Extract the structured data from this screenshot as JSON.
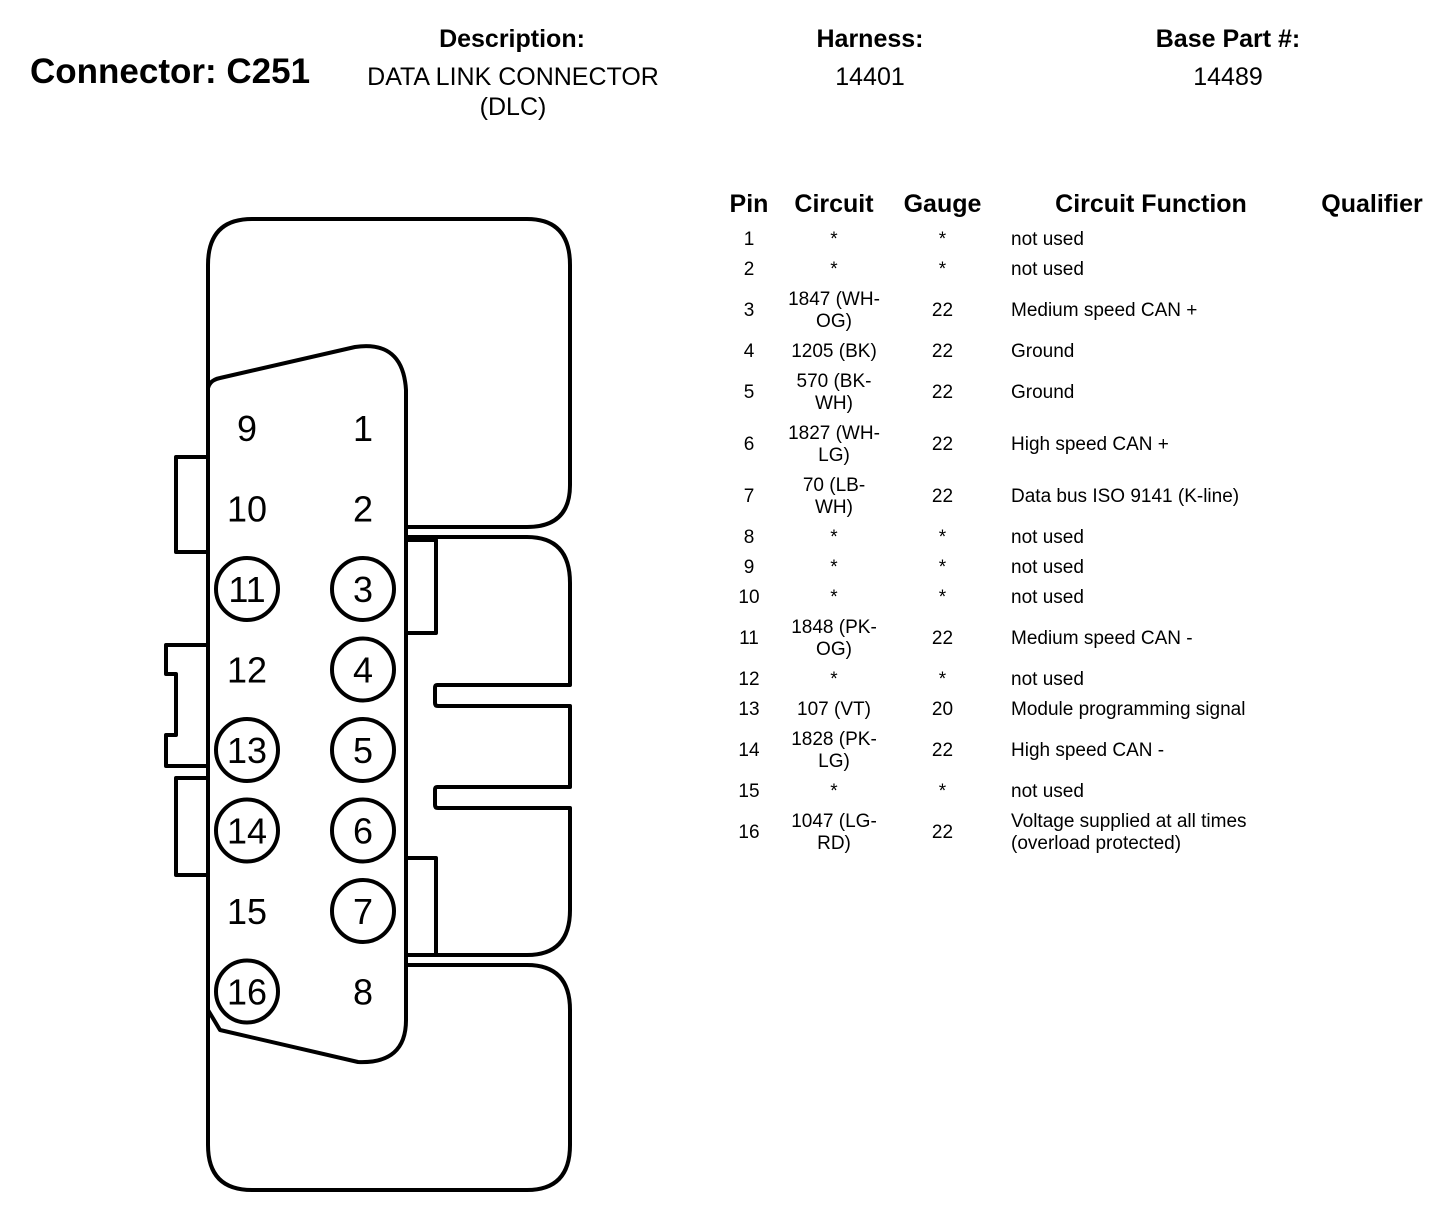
{
  "header": {
    "connector_title": "Connector: C251",
    "description_label": "Description:",
    "description_line1": "DATA LINK CONNECTOR",
    "description_line2": "(DLC)",
    "harness_label": "Harness:",
    "harness_value": "14401",
    "base_part_label": "Base Part #:",
    "base_part_value": "14489"
  },
  "table": {
    "columns": [
      "Pin",
      "Circuit",
      "Gauge",
      "Circuit Function",
      "Qualifier"
    ],
    "rows": [
      {
        "pin": "1",
        "circuit": "*",
        "gauge": "*",
        "function": "not used",
        "qualifier": ""
      },
      {
        "pin": "2",
        "circuit": "*",
        "gauge": "*",
        "function": "not used",
        "qualifier": ""
      },
      {
        "pin": "3",
        "circuit": "1847 (WH-OG)",
        "gauge": "22",
        "function": "Medium speed CAN +",
        "qualifier": ""
      },
      {
        "pin": "4",
        "circuit": "1205 (BK)",
        "gauge": "22",
        "function": "Ground",
        "qualifier": ""
      },
      {
        "pin": "5",
        "circuit": "570 (BK-WH)",
        "gauge": "22",
        "function": "Ground",
        "qualifier": ""
      },
      {
        "pin": "6",
        "circuit": "1827 (WH-LG)",
        "gauge": "22",
        "function": "High speed CAN +",
        "qualifier": ""
      },
      {
        "pin": "7",
        "circuit": "70 (LB-WH)",
        "gauge": "22",
        "function": "Data bus ISO 9141 (K-line)",
        "qualifier": ""
      },
      {
        "pin": "8",
        "circuit": "*",
        "gauge": "*",
        "function": "not used",
        "qualifier": ""
      },
      {
        "pin": "9",
        "circuit": "*",
        "gauge": "*",
        "function": "not used",
        "qualifier": ""
      },
      {
        "pin": "10",
        "circuit": "*",
        "gauge": "*",
        "function": "not used",
        "qualifier": ""
      },
      {
        "pin": "11",
        "circuit": "1848 (PK-OG)",
        "gauge": "22",
        "function": "Medium speed CAN -",
        "qualifier": ""
      },
      {
        "pin": "12",
        "circuit": "*",
        "gauge": "*",
        "function": "not used",
        "qualifier": ""
      },
      {
        "pin": "13",
        "circuit": "107 (VT)",
        "gauge": "20",
        "function": "Module programming signal",
        "qualifier": ""
      },
      {
        "pin": "14",
        "circuit": "1828 (PK-LG)",
        "gauge": "22",
        "function": "High speed CAN -",
        "qualifier": ""
      },
      {
        "pin": "15",
        "circuit": "*",
        "gauge": "*",
        "function": "not used",
        "qualifier": ""
      },
      {
        "pin": "16",
        "circuit": "1047 (LG-RD)",
        "gauge": "22",
        "function": "Voltage supplied at all times (overload protected)",
        "qualifier": ""
      }
    ]
  },
  "diagram": {
    "pins": [
      {
        "label": "9",
        "circled": false
      },
      {
        "label": "1",
        "circled": false
      },
      {
        "label": "10",
        "circled": false
      },
      {
        "label": "2",
        "circled": false
      },
      {
        "label": "11",
        "circled": true
      },
      {
        "label": "3",
        "circled": true
      },
      {
        "label": "12",
        "circled": false
      },
      {
        "label": "4",
        "circled": true
      },
      {
        "label": "13",
        "circled": true
      },
      {
        "label": "5",
        "circled": true
      },
      {
        "label": "14",
        "circled": true
      },
      {
        "label": "6",
        "circled": true
      },
      {
        "label": "15",
        "circled": false
      },
      {
        "label": "7",
        "circled": true
      },
      {
        "label": "16",
        "circled": true
      },
      {
        "label": "8",
        "circled": false
      }
    ]
  }
}
